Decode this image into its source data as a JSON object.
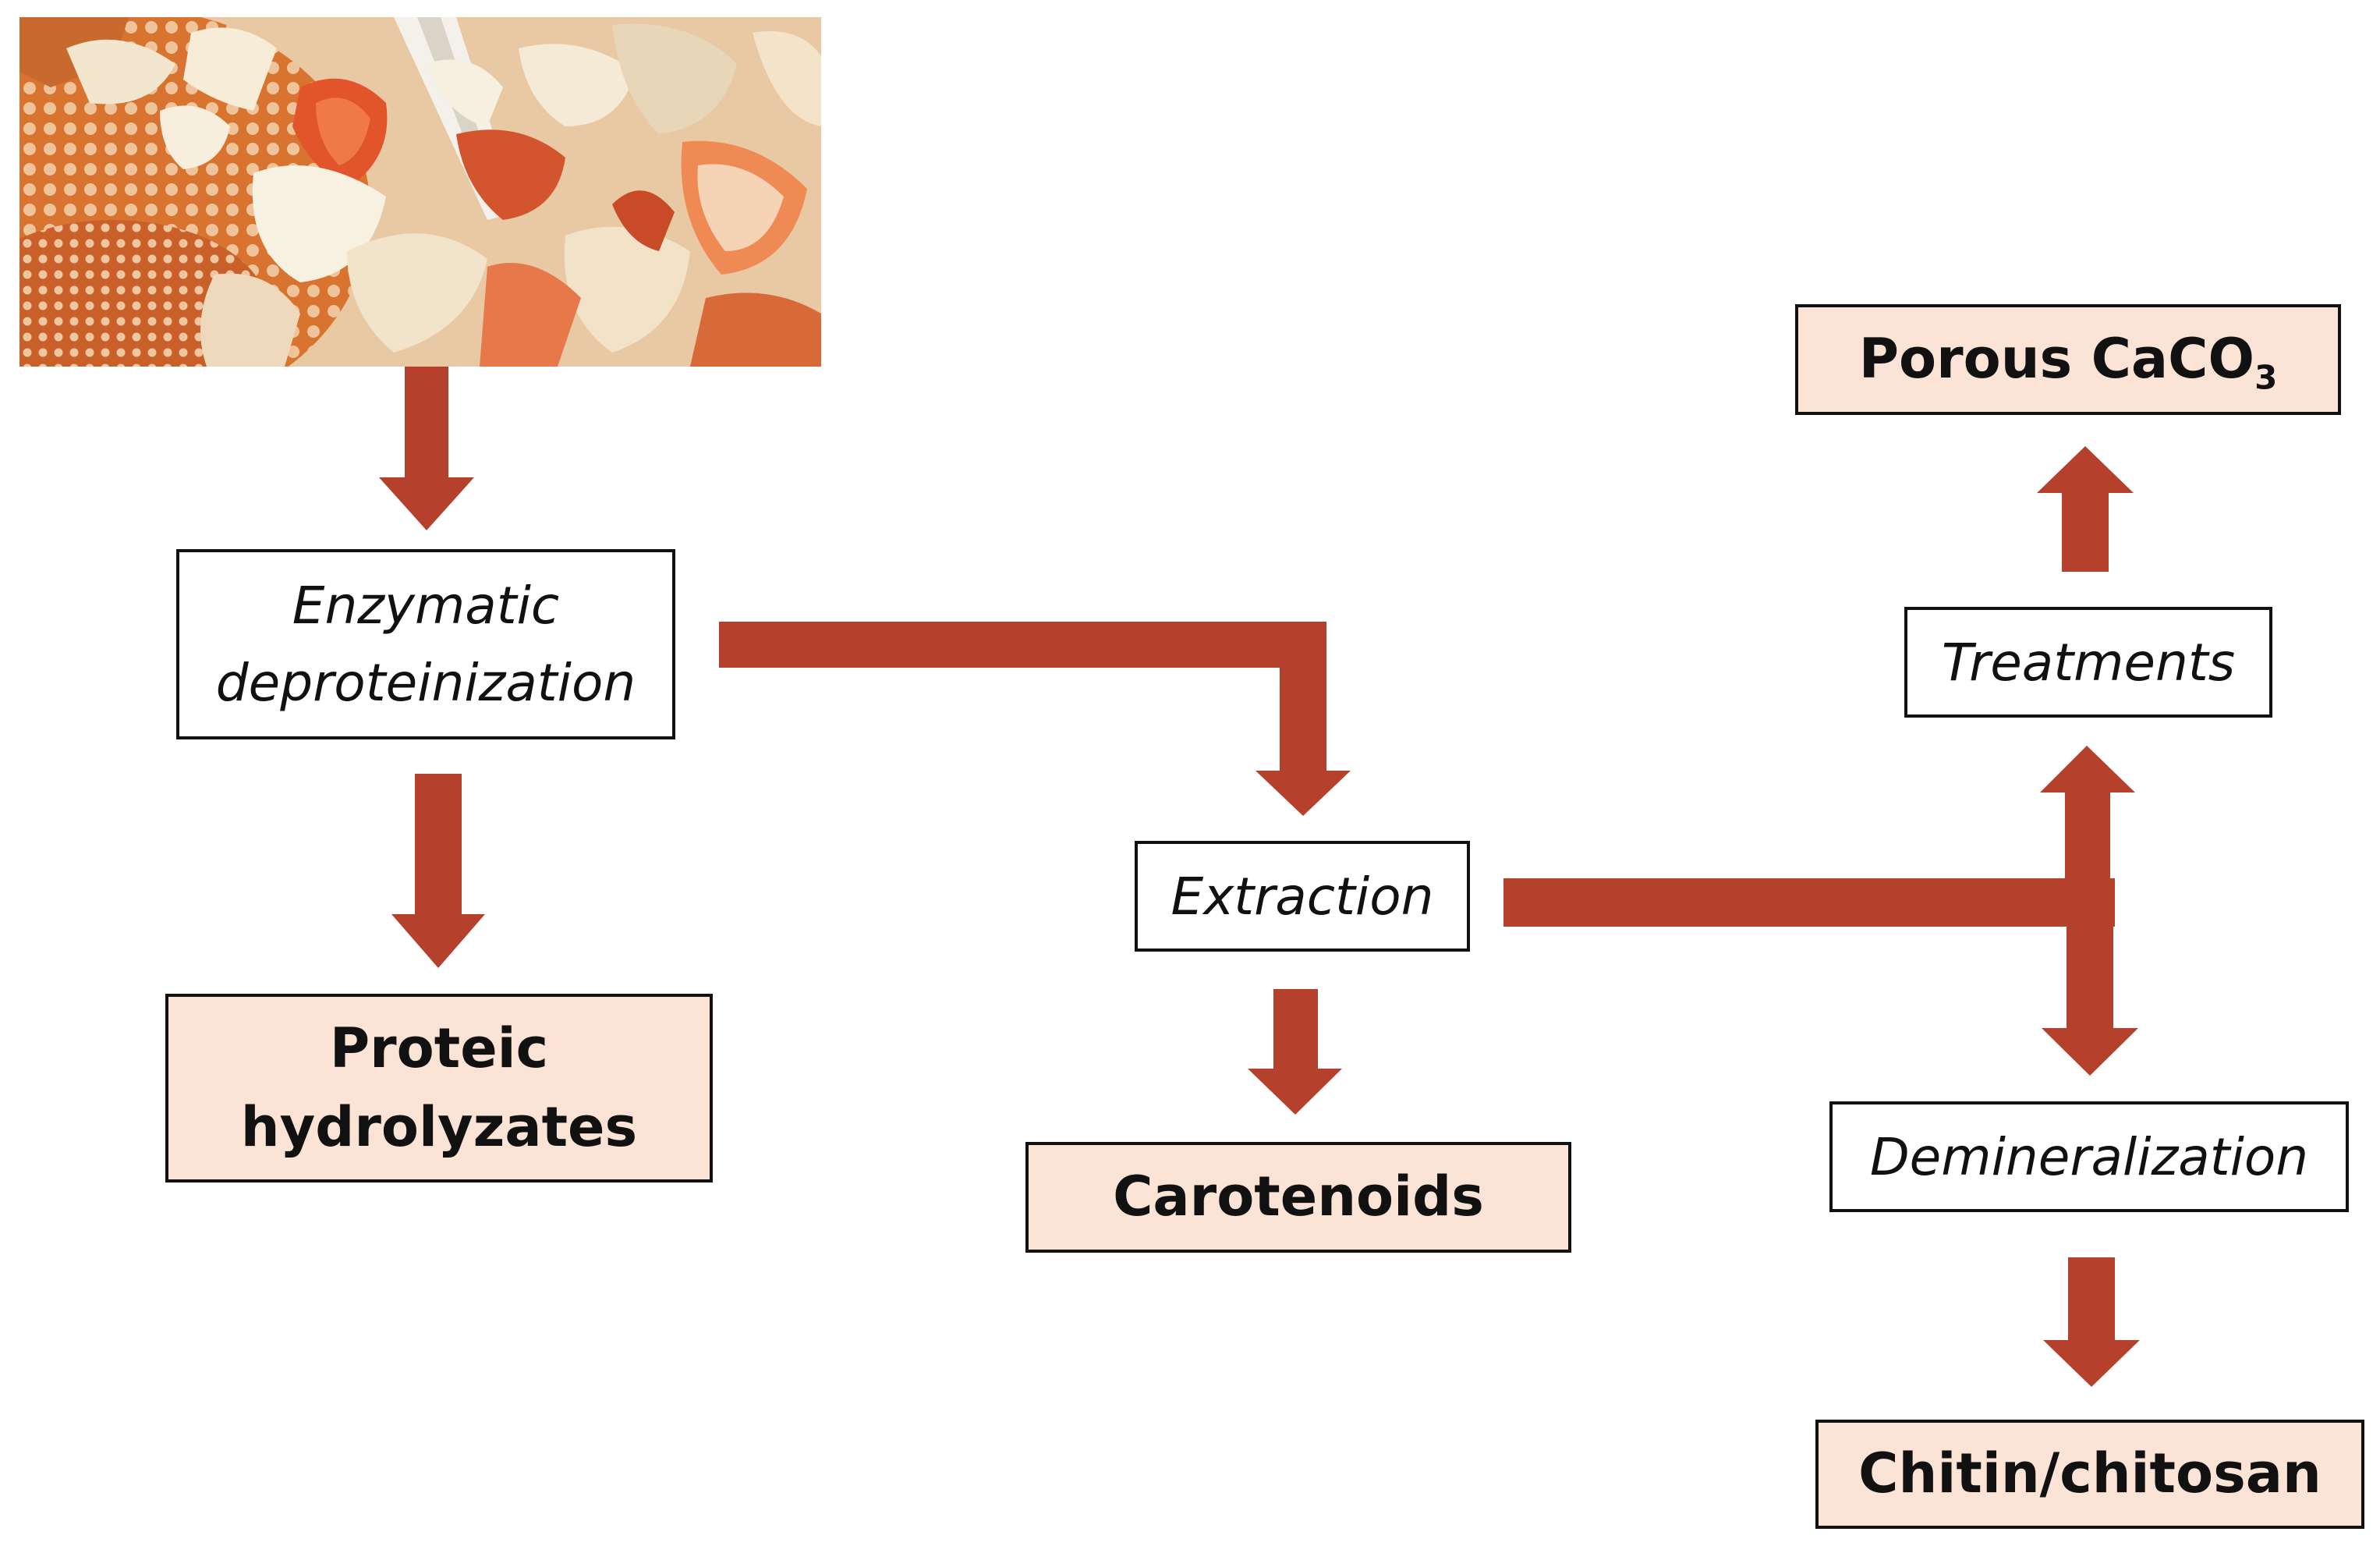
{
  "title": "",
  "colors": {
    "arrow": "#b5402b",
    "product_fill": "#fbe3d5",
    "box_border": "#111111"
  },
  "image": {
    "description_icon": "crustacean-shell-waste-photo"
  },
  "nodes": {
    "enzymatic": {
      "line1": "Enzymatic",
      "line2": "deproteinization"
    },
    "proteic": {
      "line1": "Proteic",
      "line2": "hydrolyzates"
    },
    "extraction": {
      "label": "Extraction"
    },
    "carotenoids": {
      "label": "Carotenoids"
    },
    "treatments": {
      "label": "Treatments"
    },
    "porous": {
      "label": "Porous CaCO",
      "subscript": "3"
    },
    "demineralization": {
      "label": "Demineralization"
    },
    "chitin": {
      "label": "Chitin/chitosan"
    }
  }
}
